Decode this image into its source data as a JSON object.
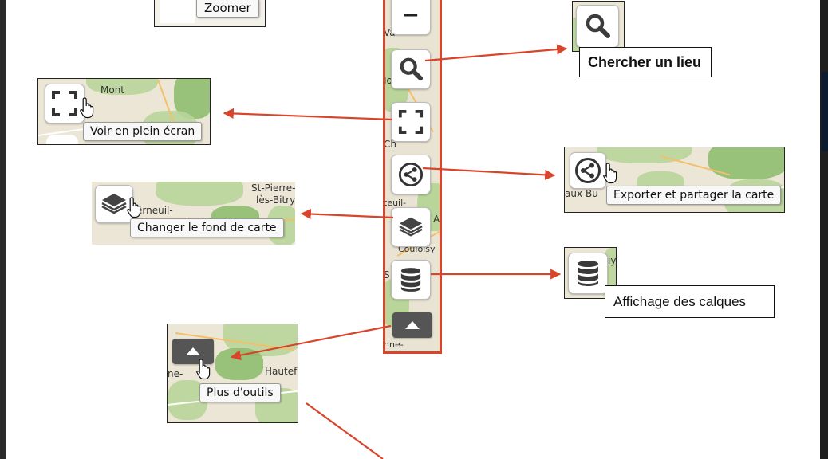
{
  "toolbar": {
    "zoom_out_label": "−",
    "map_labels": {
      "a": "Va",
      "b": "Jo",
      "c": "Ch",
      "d": "teuil-",
      "e": "A",
      "f": "Coulolsy",
      "g": "S",
      "h": "nne-"
    }
  },
  "callouts": {
    "zoom": {
      "label": "Zoomer"
    },
    "search": {
      "label": "Chercher un lieu"
    },
    "fullscreen": {
      "tooltip": "Voir en plein écran",
      "place": "Mont"
    },
    "share": {
      "tooltip": "Exporter et partager la carte",
      "place": "aux-Bu"
    },
    "basemap": {
      "tooltip": "Changer le fond de carte",
      "place_1": "St-Pierre-",
      "place_2": "lès-Bitry",
      "place_3": "erneuil-"
    },
    "layers": {
      "label": "Affichage des calques",
      "place": "iy"
    },
    "more_tools": {
      "tooltip": "Plus d'outils",
      "place_1": "Hautef",
      "place_2": "ne-"
    }
  },
  "colors": {
    "accent_red": "#d9452b",
    "map_green": "#b9d59a",
    "map_bg": "#ece6d6",
    "dark_button": "#555555"
  },
  "icons": [
    "minus-icon",
    "search-icon",
    "fullscreen-icon",
    "share-icon",
    "layers-icon",
    "database-icon",
    "caret-up-icon",
    "hand-cursor-icon"
  ]
}
